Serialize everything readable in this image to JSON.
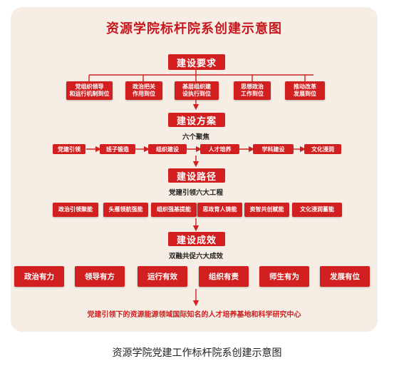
{
  "title": "资源学院标杆院系创建示意图",
  "sections": {
    "requirements": {
      "title": "建设要求",
      "items": [
        "党组织领导\n和运行机制到位",
        "政治把关\n作用到位",
        "基层组织建\n设执行到位",
        "思想政治\n工作到位",
        "推动改革\n发展到位"
      ]
    },
    "plan": {
      "title": "建设方案",
      "subtitle": "六个聚焦",
      "items": [
        "党建引领",
        "班子锻造",
        "组织建设",
        "人才培养",
        "学科建设",
        "文化浸润"
      ]
    },
    "path": {
      "title": "建设路径",
      "subtitle": "党建引领六大工程",
      "items": [
        "政治引领聚能",
        "头雁领航强能",
        "组织强基提能",
        "思政育人铸能",
        "资智共创赋能",
        "文化浸润蓄能"
      ]
    },
    "results": {
      "title": "建设成效",
      "subtitle": "双融共促六大成效",
      "items": [
        "政治有力",
        "领导有方",
        "运行有效",
        "组织有责",
        "师生有为",
        "发展有位"
      ]
    }
  },
  "goal": "党建引领下的资源能源领域国际知名的人才培养基地和科学研究中心",
  "caption": "资源学院党建工作标杆院系创建示意图",
  "colors": {
    "primary": "#d21f1f",
    "background": "#f6eee4",
    "title": "#c8161d"
  }
}
